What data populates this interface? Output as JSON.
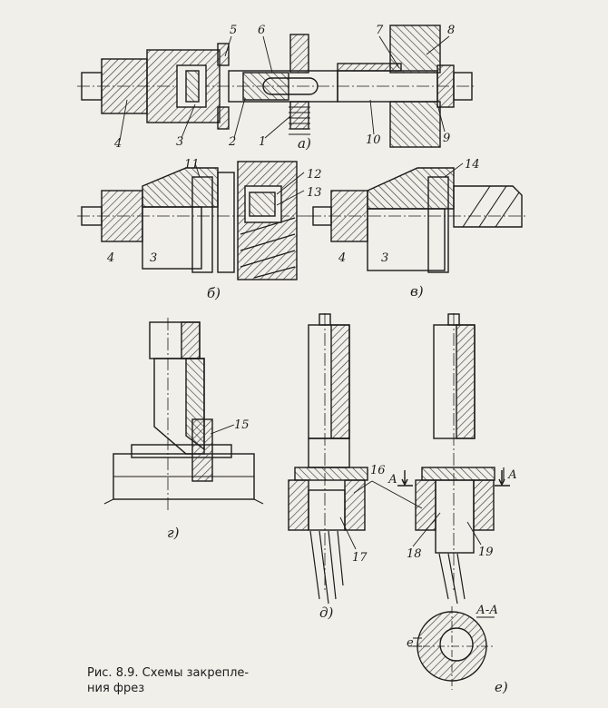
{
  "figure": {
    "caption_line1": "Рис. 8.9. Схемы закрепле-",
    "caption_line2": "ния фрез",
    "colors": {
      "ink": "#1b1b1b",
      "paper": "#f1efe9",
      "hatch": "#3a3a3a"
    }
  },
  "views": [
    {
      "id": "a",
      "label": "а)"
    },
    {
      "id": "b",
      "label": "б)"
    },
    {
      "id": "v",
      "label": "в)"
    },
    {
      "id": "g",
      "label": "г)"
    },
    {
      "id": "d",
      "label": "д)"
    },
    {
      "id": "e",
      "label": "е)",
      "section_label": "А-А",
      "offset_label": "e"
    }
  ],
  "markers": {
    "section_left": "А",
    "section_right": "А"
  },
  "parts": [
    {
      "number": "1"
    },
    {
      "number": "2"
    },
    {
      "number": "3"
    },
    {
      "number": "4"
    },
    {
      "number": "5"
    },
    {
      "number": "6"
    },
    {
      "number": "7"
    },
    {
      "number": "8"
    },
    {
      "number": "9"
    },
    {
      "number": "10"
    },
    {
      "number": "11"
    },
    {
      "number": "12"
    },
    {
      "number": "13"
    },
    {
      "number": "14"
    },
    {
      "number": "15"
    },
    {
      "number": "16"
    },
    {
      "number": "17"
    },
    {
      "number": "18"
    },
    {
      "number": "19"
    },
    {
      "number": "4"
    },
    {
      "number": "3"
    },
    {
      "number": "4"
    },
    {
      "number": "3"
    }
  ]
}
